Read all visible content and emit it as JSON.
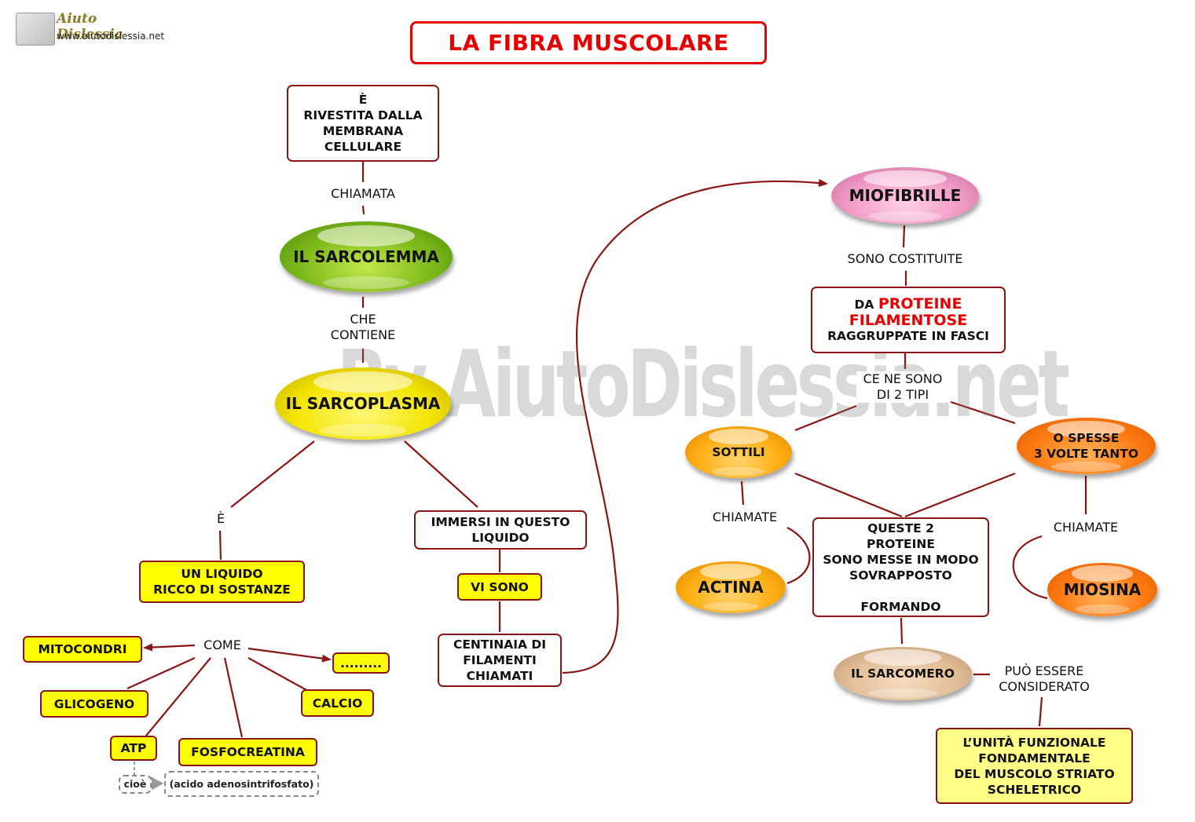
{
  "logo": {
    "name": "Aiuto Dislessia",
    "url": "www.aiutodislessia.net"
  },
  "watermark": "By AiutoDislessia.net",
  "title": "LA FIBRA MUSCOLARE",
  "nodes": {
    "rivestita": [
      "È",
      "RIVESTITA DALLA",
      "MEMBRANA",
      "CELLULARE"
    ],
    "sarcolemma": "IL SARCOLEMMA",
    "sarcoplasma": "IL SARCOPLASMA",
    "liquido": [
      "UN LIQUIDO",
      "RICCO DI SOSTANZE"
    ],
    "immersi": [
      "IMMERSI IN QUESTO",
      "LIQUIDO"
    ],
    "vi_sono": "VI SONO",
    "centinaia": [
      "CENTINAIA DI",
      "FILAMENTI",
      "CHIAMATI"
    ],
    "mitocondri": "MITOCONDRI",
    "dots": ".........",
    "glicogeno": "GLICOGENO",
    "calcio": "CALCIO",
    "atp": "ATP",
    "fosfocreatina": "FOSFOCREATINA",
    "cioe": "cioè",
    "acido": "(acido adenosintrifosfato)",
    "miofibrille": "MIOFIBRILLE",
    "proteine": {
      "prefix": "DA",
      "em1": "PROTEINE",
      "em2": "FILAMENTOSE",
      "suffix": "RAGGRUPPATE IN FASCI"
    },
    "sottili": "SOTTILI",
    "spesse": [
      "O SPESSE",
      "3 VOLTE TANTO"
    ],
    "actina": "ACTINA",
    "miosina": "MIOSINA",
    "queste": [
      "QUESTE 2",
      "PROTEINE",
      "SONO MESSE IN MODO",
      "SOVRAPPOSTO",
      "",
      "FORMANDO"
    ],
    "sarcomero": "IL SARCOMERO",
    "unita": [
      "L’UNITÀ FUNZIONALE",
      "FONDAMENTALE",
      "DEL  MUSCOLO  STRIATO",
      "SCHELETRICO"
    ]
  },
  "labels": {
    "chiamata": "CHIAMATA",
    "che_contiene": [
      "CHE",
      "CONTIENE"
    ],
    "e": "È",
    "come": "COME",
    "sono_costituite": "SONO COSTITUITE",
    "ce_ne_sono": [
      "CE NE SONO",
      "DI 2 TIPI"
    ],
    "chiamate_left": "CHIAMATE",
    "chiamate_right": "CHIAMATE",
    "puo_essere": [
      "PUÒ ESSERE",
      "CONSIDERATO"
    ]
  },
  "colors": {
    "link": "#8b1414",
    "title": "#e60000",
    "highlight": "#ffff00"
  }
}
